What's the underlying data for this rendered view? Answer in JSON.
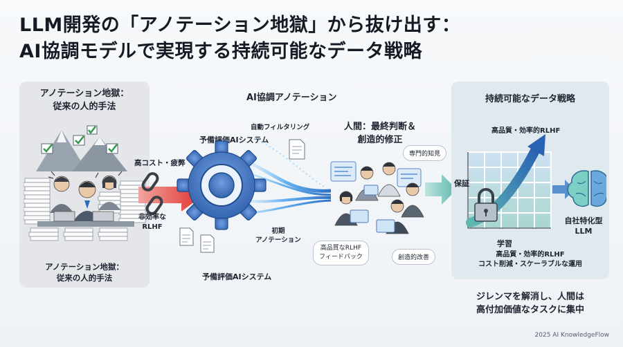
{
  "title": {
    "line1": "LLM開発の「アノテーション地獄」から抜け出す：",
    "line2": "AI協調モデルで実現する持続可能なデータ戦略"
  },
  "left_panel": {
    "header_line1": "アノテーション地獄：",
    "header_line2": "従来の人的手法",
    "footer_line1": "アノテーション地獄：",
    "footer_line2": "従来の人的手法"
  },
  "problem_labels": {
    "high_cost": "高コスト・疲弊",
    "inefficient_line1": "非効率な",
    "inefficient_line2": "RLHF"
  },
  "middle": {
    "section_title": "AI協調アノテーション",
    "auto_filter": "自動フィルタリング",
    "system_top": "予備評価AIシステム",
    "system_bottom": "予備評価AIシステム",
    "initial_line1": "初期",
    "initial_line2": "アノテーション",
    "human_line1": "人間：最終判断＆",
    "human_line2": "創造的修正",
    "expertise": "専門的知見",
    "feedback_line1": "高品質なRLHF",
    "feedback_line2": "フィードバック",
    "improvement": "創造的改善"
  },
  "right_panel": {
    "title": "持続可能なデータ戦略",
    "top_label": "高品質・効率的RLHF",
    "assurance": "保証",
    "learning": "学習",
    "model_line1": "自社特化型",
    "model_line2": "LLM",
    "bottom_line1": "高品質・効率的RLHF",
    "bottom_line2": "コスト削減・スケーラブルな運用"
  },
  "conclusion": {
    "line1": "ジレンマを解消し、人間は",
    "line2": "高付加価値なタスクに集中"
  },
  "footer": "2025 AI KnowledgeFlow",
  "colors": {
    "accent_blue": "#2f6fc4",
    "gear_blue": "#3d74c6",
    "alert_red": "#e0302a",
    "teal": "#5fb8b0",
    "growth_arrow": "#2a62b3"
  }
}
